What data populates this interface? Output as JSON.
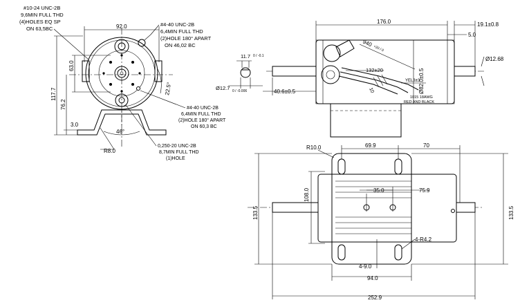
{
  "front_view": {
    "note_mount_holes": [
      "#10-24 UNC-2B",
      "9,6MIN FULL THD",
      "(4)HOLES EQ SP",
      "ON 63,5BC"
    ],
    "note_top_holes": [
      "#4-40 UNC-2B",
      "6,4MIN FULL THD",
      "(2)HOLE 180° APART",
      "ON 46,02 BC"
    ],
    "note_side_holes": [
      "#4-40 UNC-2B",
      "6,4MIN FULL THD",
      "(2)HOLE 180° APART",
      "ON 60,3 BC"
    ],
    "note_bottom_hole": [
      "0,250-20 UNC-2B",
      "8,7MIN FULL THD",
      "(1)HOLE"
    ],
    "dim_width": "92.0",
    "dim_inner": "63.0",
    "dim_height": "117.7",
    "dim_center": "76.2",
    "dim_foot": "3.0",
    "dim_angle_foot": "46°",
    "dim_angle_hole": "22.5°",
    "dim_radius": "R8.0"
  },
  "shaft_detail": {
    "dim_key": "11.7",
    "dim_key_tol": "0 / -0.1",
    "dim_dia": "Ø12.7",
    "dim_dia_tol": "0 / -0.006"
  },
  "side_view": {
    "dim_length": "176.0",
    "dim_shaft_right": "19.1±0.8",
    "dim_step": "5.0",
    "dim_shaft_dia": "Ø12.68",
    "dim_body_dia": "Ø82.0±0.5",
    "dim_shaft_left": "40.6±0.5",
    "dim_lead_len": "940",
    "dim_lead_tol": "+20 / 0",
    "dim_132": "132±20",
    "dim_yel": "YEL3±3",
    "dim_10": "10",
    "wire_note": [
      "1015 18AWG",
      "RED AND BLACK"
    ]
  },
  "top_view": {
    "dim_r10": "R10.0",
    "dim_69": "69.9",
    "dim_70": "70",
    "dim_108": "108.0",
    "dim_35": "35.0",
    "dim_75": "75.9",
    "dim_133_left": "133.5",
    "dim_133_right": "133.5",
    "dim_r42": "4-R4.2",
    "dim_slot": "4-9.0",
    "dim_94": "94.0",
    "dim_252": "252.9"
  }
}
